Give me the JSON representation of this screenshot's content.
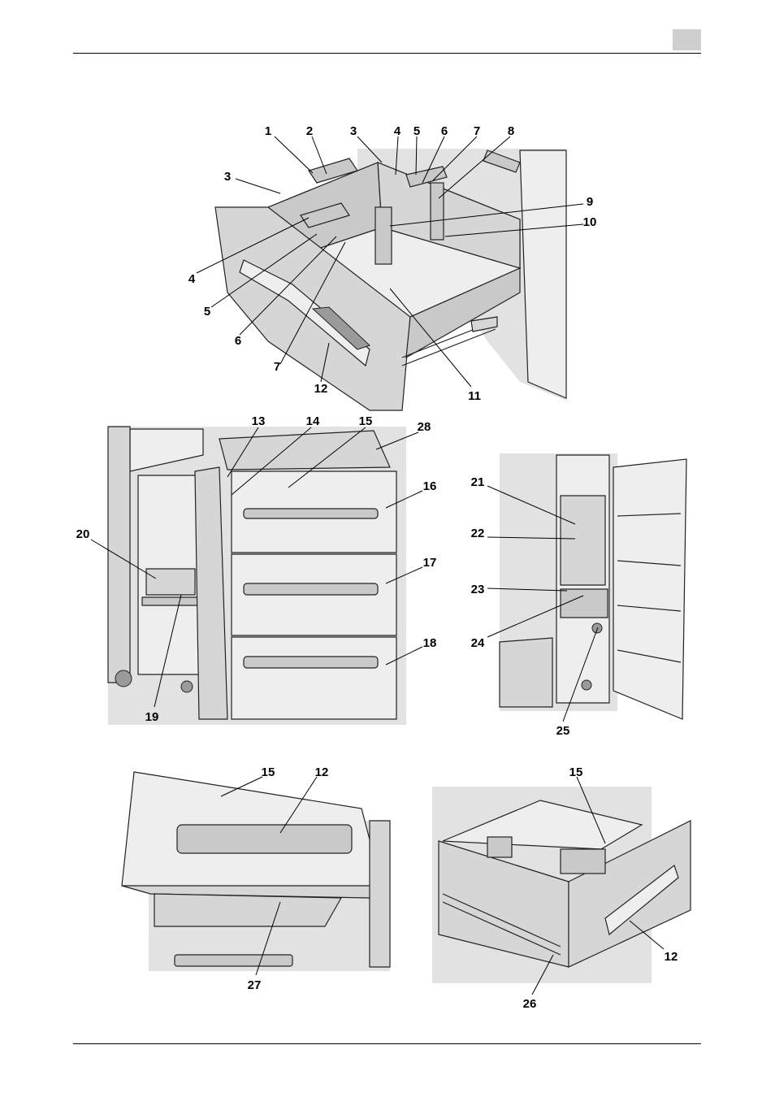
{
  "page": {
    "header_tab_color": "#cfcfcf"
  },
  "callouts": [
    {
      "id": "c1",
      "text": "1"
    },
    {
      "id": "c2",
      "text": "2"
    },
    {
      "id": "c3a",
      "text": "3"
    },
    {
      "id": "c4a",
      "text": "4"
    },
    {
      "id": "c5a",
      "text": "5"
    },
    {
      "id": "c6a",
      "text": "6"
    },
    {
      "id": "c7a",
      "text": "7"
    },
    {
      "id": "c8",
      "text": "8"
    },
    {
      "id": "c3b",
      "text": "3"
    },
    {
      "id": "c9",
      "text": "9"
    },
    {
      "id": "c10",
      "text": "10"
    },
    {
      "id": "c4b",
      "text": "4"
    },
    {
      "id": "c5b",
      "text": "5"
    },
    {
      "id": "c6b",
      "text": "6"
    },
    {
      "id": "c7b",
      "text": "7"
    },
    {
      "id": "c12a",
      "text": "12"
    },
    {
      "id": "c11",
      "text": "11"
    },
    {
      "id": "c13",
      "text": "13"
    },
    {
      "id": "c14",
      "text": "14"
    },
    {
      "id": "c15a",
      "text": "15"
    },
    {
      "id": "c28",
      "text": "28"
    },
    {
      "id": "c16",
      "text": "16"
    },
    {
      "id": "c20",
      "text": "20"
    },
    {
      "id": "c17",
      "text": "17"
    },
    {
      "id": "c18",
      "text": "18"
    },
    {
      "id": "c19",
      "text": "19"
    },
    {
      "id": "c21",
      "text": "21"
    },
    {
      "id": "c22",
      "text": "22"
    },
    {
      "id": "c23",
      "text": "23"
    },
    {
      "id": "c24",
      "text": "24"
    },
    {
      "id": "c25",
      "text": "25"
    },
    {
      "id": "c15b",
      "text": "15"
    },
    {
      "id": "c12b",
      "text": "12"
    },
    {
      "id": "c27",
      "text": "27"
    },
    {
      "id": "c15c",
      "text": "15"
    },
    {
      "id": "c12c",
      "text": "12"
    },
    {
      "id": "c26",
      "text": "26"
    }
  ]
}
